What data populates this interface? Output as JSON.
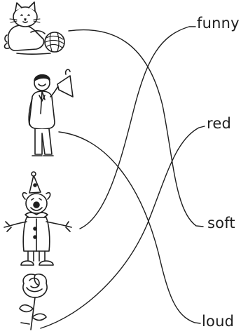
{
  "words": [
    {
      "text": "funny"
    },
    {
      "text": "red"
    },
    {
      "text": "soft"
    },
    {
      "text": "loud"
    }
  ],
  "pictures": [
    {
      "icon": "cat-with-yarn-icon"
    },
    {
      "icon": "man-with-megaphone-icon"
    },
    {
      "icon": "clown-icon"
    },
    {
      "icon": "rose-icon"
    }
  ],
  "matches": [
    {
      "picture": 0,
      "word": 2
    },
    {
      "picture": 1,
      "word": 3
    },
    {
      "picture": 2,
      "word": 0
    },
    {
      "picture": 3,
      "word": 1
    }
  ],
  "colors": {
    "ink": "#1e1e1e",
    "background": "#ffffff"
  }
}
